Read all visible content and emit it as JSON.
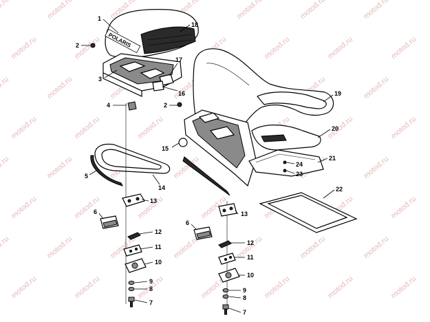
{
  "watermark": {
    "text": "motod.ru"
  },
  "brand_badge": "POLARIS",
  "callouts": [
    {
      "id": "c1",
      "text": "1"
    },
    {
      "id": "c2a",
      "text": "2"
    },
    {
      "id": "c3",
      "text": "3"
    },
    {
      "id": "c18",
      "text": "18"
    },
    {
      "id": "c17",
      "text": "17"
    },
    {
      "id": "c16",
      "text": "16"
    },
    {
      "id": "c4",
      "text": "4"
    },
    {
      "id": "c2b",
      "text": "2"
    },
    {
      "id": "c15",
      "text": "15"
    },
    {
      "id": "c19",
      "text": "19"
    },
    {
      "id": "c20",
      "text": "20"
    },
    {
      "id": "c21",
      "text": "21"
    },
    {
      "id": "c24",
      "text": "24"
    },
    {
      "id": "c23",
      "text": "23"
    },
    {
      "id": "c5",
      "text": "5"
    },
    {
      "id": "c14",
      "text": "14"
    },
    {
      "id": "c13a",
      "text": "13"
    },
    {
      "id": "c13b",
      "text": "13"
    },
    {
      "id": "c22",
      "text": "22"
    },
    {
      "id": "c6a",
      "text": "6"
    },
    {
      "id": "c6b",
      "text": "6"
    },
    {
      "id": "c12a",
      "text": "12"
    },
    {
      "id": "c12b",
      "text": "12"
    },
    {
      "id": "c11a",
      "text": "11"
    },
    {
      "id": "c11b",
      "text": "11"
    },
    {
      "id": "c10a",
      "text": "10"
    },
    {
      "id": "c10b",
      "text": "10"
    },
    {
      "id": "c9a",
      "text": "9"
    },
    {
      "id": "c9b",
      "text": "9"
    },
    {
      "id": "c8a",
      "text": "8"
    },
    {
      "id": "c8b",
      "text": "8"
    },
    {
      "id": "c7a",
      "text": "7"
    },
    {
      "id": "c7b",
      "text": "7"
    }
  ]
}
